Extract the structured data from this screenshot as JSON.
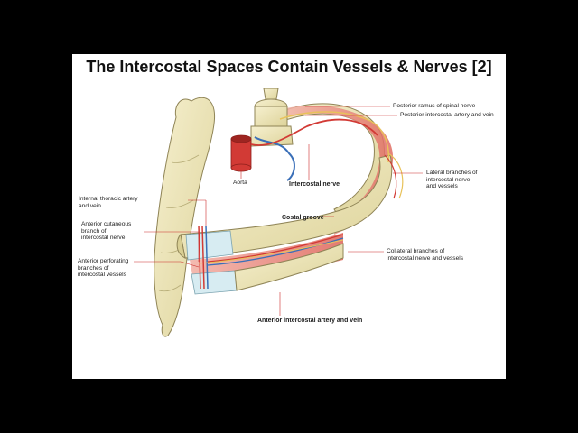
{
  "slide": {
    "title": "The Intercostal Spaces Contain Vessels & Nerves [2]"
  },
  "labels": {
    "posterior_ramus": [
      "Posterior ramus of spinal nerve"
    ],
    "posterior_intercostal": [
      "Posterior intercostal artery and vein"
    ],
    "lateral_branches": [
      "Lateral branches of",
      "intercostal nerve",
      "and vessels"
    ],
    "aorta": [
      "Aorta"
    ],
    "intercostal_nerve": [
      "Intercostal nerve"
    ],
    "internal_thoracic": [
      "Internal thoracic artery",
      "and vein"
    ],
    "costal_groove": [
      "Costal groove"
    ],
    "anterior_cutaneous": [
      "Anterior cutaneous",
      "branch of",
      "intercostal nerve"
    ],
    "collateral_branches": [
      "Collateral branches of",
      "intercostal nerve and vessels"
    ],
    "anterior_perforating": [
      "Anterior perforating",
      "branches of",
      "intercostal vessels"
    ],
    "anterior_intercostal": [
      "Anterior intercostal artery and vein"
    ]
  },
  "colors": {
    "bone": "#efe7b8",
    "bone_stroke": "#8f8456",
    "muscle": "#e8837a",
    "artery": "#d23a35",
    "vein": "#3a6fb8",
    "nerve": "#e8c25a",
    "leader": "#cc2b2b"
  }
}
